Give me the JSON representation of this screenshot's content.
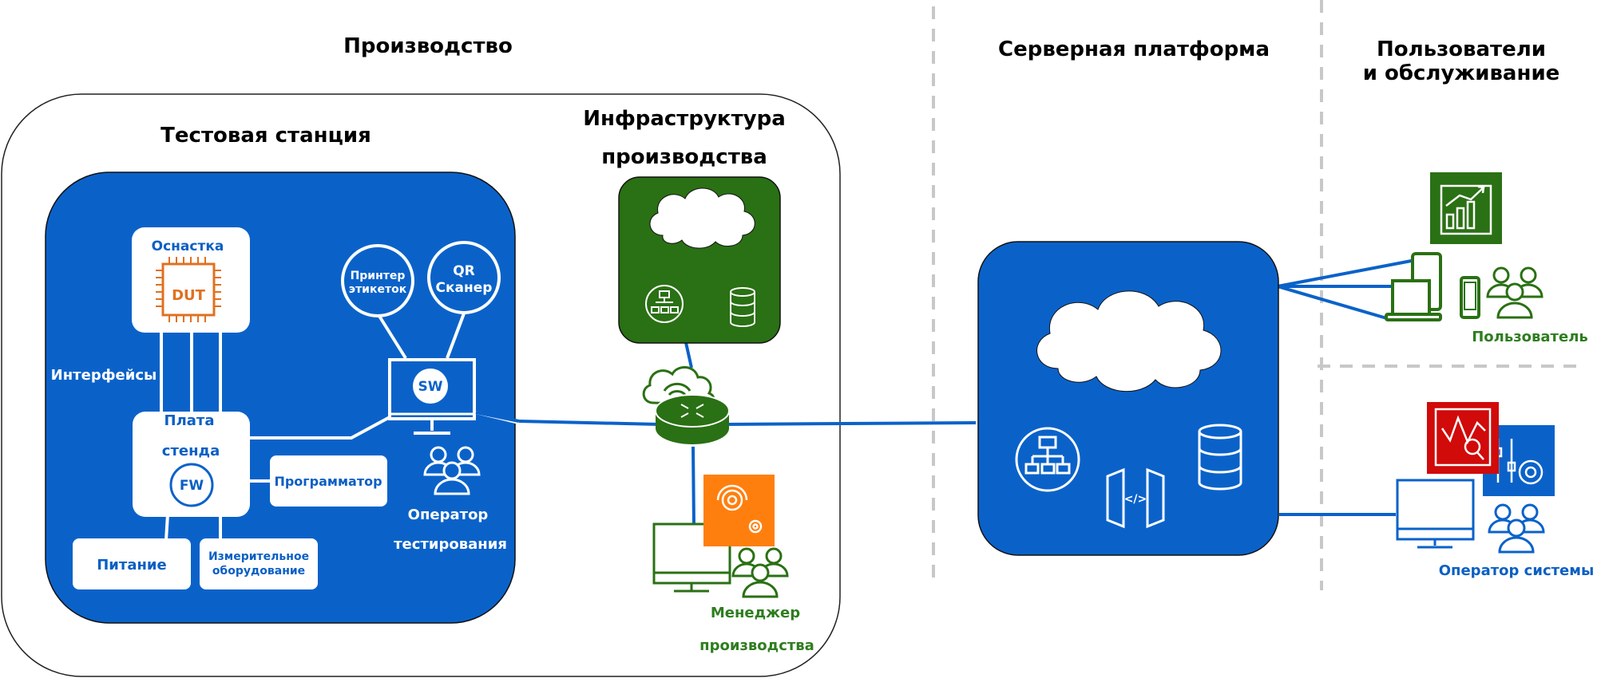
{
  "sections": {
    "production": "Производство",
    "server_platform": "Серверная платформа",
    "users_line1": "Пользователи",
    "users_line2": "и обслуживание"
  },
  "test_station": {
    "title": "Тестовая станция",
    "fixture": "Оснастка",
    "dut": "DUT",
    "interfaces": "Интерфейсы",
    "board_line1": "Плата",
    "board_line2": "стенда",
    "fw": "FW",
    "programmer": "Программатор",
    "power": "Питание",
    "measure_line1": "Измерительное",
    "measure_line2": "оборудование",
    "printer_line1": "Принтер",
    "printer_line2": "этикеток",
    "qr_line1": "QR",
    "qr_line2": "Сканер",
    "sw": "SW",
    "operator_line1": "Оператор",
    "operator_line2": "тестирования"
  },
  "infrastructure": {
    "title_line1": "Инфраструктура",
    "title_line2": "производства",
    "manager_line1": "Менеджер",
    "manager_line2": "производства"
  },
  "users": {
    "user": "Пользователь",
    "system_operator": "Оператор системы"
  },
  "colors": {
    "blue": "#0a62c9",
    "green": "#2a7014",
    "orange": "#ff7f0e",
    "red": "#d10a0a",
    "dut_orange": "#e07020"
  }
}
